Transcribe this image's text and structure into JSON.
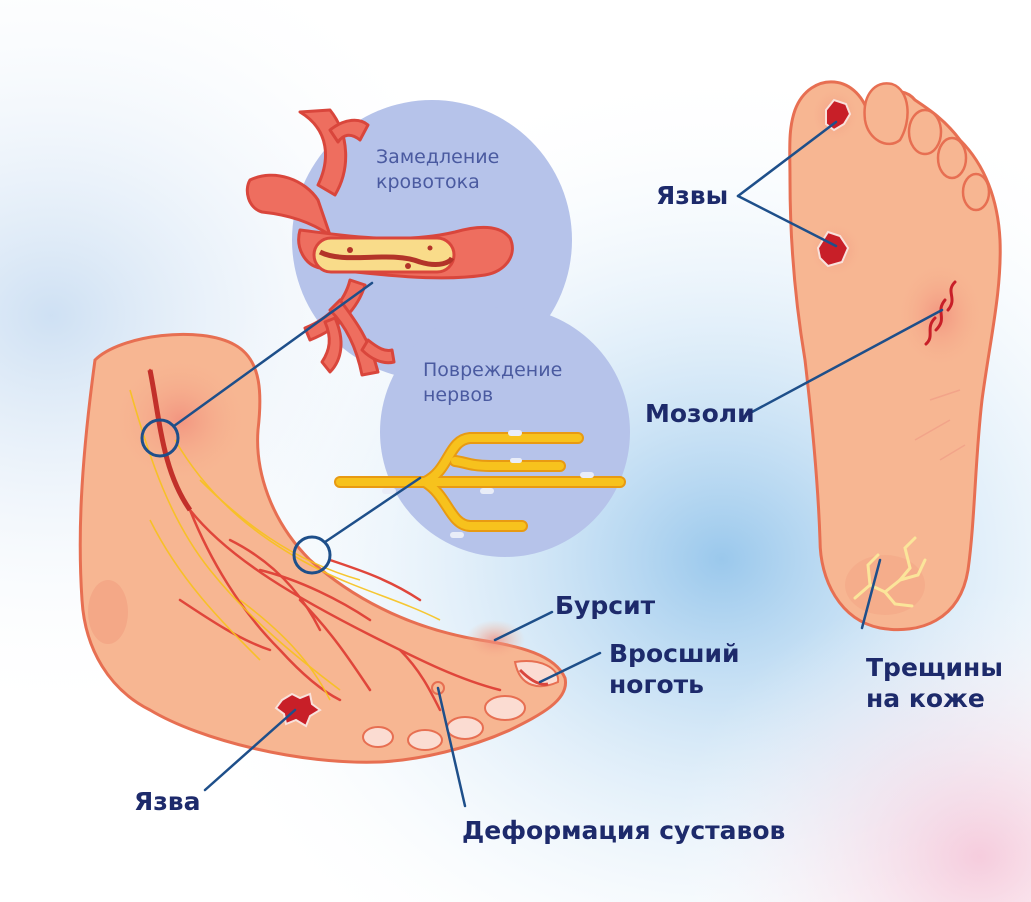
{
  "colors": {
    "bubble": "#b6c3ea",
    "skin": "#f7b692",
    "skin_outline": "#e76f52",
    "vessel": "#e8574a",
    "nerve": "#f7c21d",
    "callout_line": "#1e4f8a",
    "label_text": "#1d2a6b",
    "inset_text": "#4a5aa0"
  },
  "icons": [
    "artery-icon",
    "nerve-icon",
    "side-foot-illustration",
    "sole-illustration"
  ],
  "insets": {
    "blood_flow": {
      "line1": "Замедление",
      "line2": "кровотока"
    },
    "nerve_damage": {
      "line1": "Повреждение",
      "line2": "нервов"
    }
  },
  "labels": {
    "ulcers": "Язвы",
    "calluses": "Мозоли",
    "cracks": {
      "line1": "Трещины",
      "line2": "на коже"
    },
    "bursitis": "Бурсит",
    "ingrown": {
      "line1": "Вросший",
      "line2": "ноготь"
    },
    "ulcer": "Язва",
    "joints": "Деформация суставов"
  }
}
